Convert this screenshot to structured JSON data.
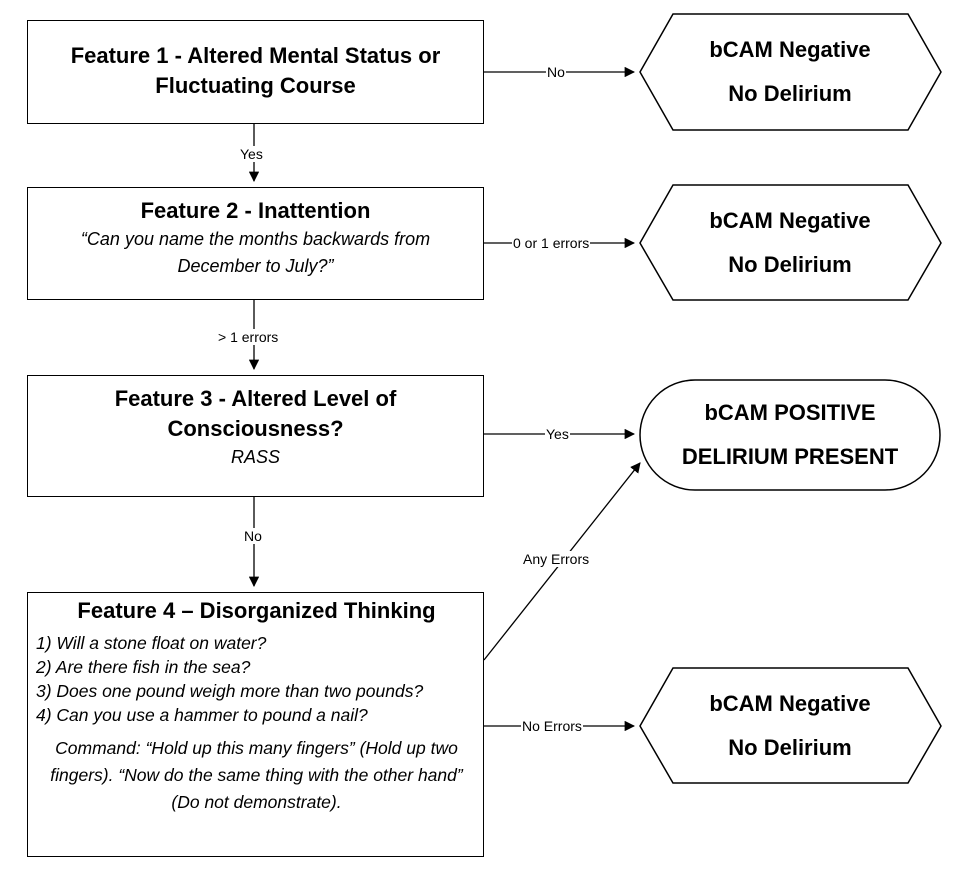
{
  "feature1": {
    "title": "Feature 1 - Altered Mental Status or Fluctuating Course"
  },
  "feature2": {
    "title": "Feature 2 - Inattention",
    "question": "“Can you name the months backwards from December to July?”"
  },
  "feature3": {
    "title": "Feature 3 - Altered Level of Consciousness?",
    "subtitle": "RASS"
  },
  "feature4": {
    "title": "Feature 4 – Disorganized Thinking",
    "questions": [
      "1) Will a stone float on water?",
      "2) Are there fish in the sea?",
      "3) Does one pound weigh more than two pounds?",
      "4) Can you use a hammer to pound a nail?"
    ],
    "command": "Command: “Hold up this many fingers” (Hold up two fingers). “Now do the same thing with the other hand” (Do not demonstrate)."
  },
  "results": {
    "negative1": {
      "line1": "bCAM Negative",
      "line2": "No Delirium"
    },
    "negative2": {
      "line1": "bCAM Negative",
      "line2": "No Delirium"
    },
    "negative3": {
      "line1": "bCAM Negative",
      "line2": "No Delirium"
    },
    "positive": {
      "line1": "bCAM POSITIVE",
      "line2": "DELIRIUM PRESENT"
    }
  },
  "edges": {
    "f1_no": "No",
    "f1_yes": "Yes",
    "f2_ok": "0 or 1 errors",
    "f2_fail": "> 1 errors",
    "f3_yes": "Yes",
    "f3_no": "No",
    "f4_any": "Any Errors",
    "f4_none": "No Errors"
  }
}
